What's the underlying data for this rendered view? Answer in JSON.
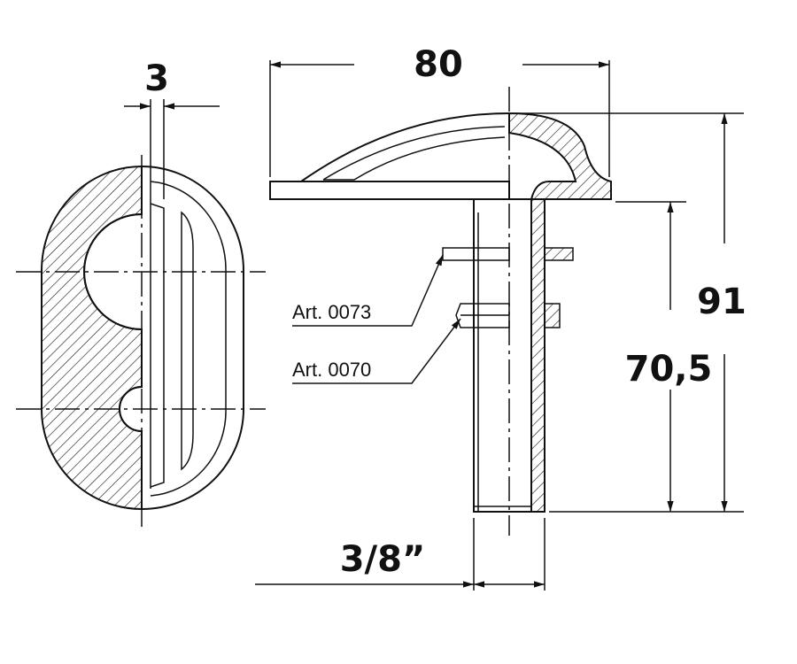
{
  "dimensions": {
    "thickness": "3",
    "width": "80",
    "total_height": "91",
    "stem_height": "70,5",
    "thread": "3/8”"
  },
  "labels": {
    "art_a": "Art. 0073",
    "art_b": "Art. 0070"
  }
}
